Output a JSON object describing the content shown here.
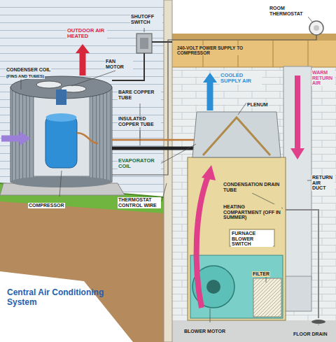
{
  "diagram": {
    "title": "Central Air Conditioning System",
    "labels": [
      "OUTDOOR AIR HEATED",
      "CONDENSER COIL",
      "(FINS AND TUBES)",
      "FAN MOTOR",
      "SHUTOFF SWITCH",
      "240-VOLT POWER SUPPLY TO COMPRESSOR",
      "ROOM THERMOSTAT",
      "BARE COPPER TUBE",
      "INSULATED COPPER TUBE",
      "EVAPORATOR COIL",
      "COOLED SUPPLY AIR",
      "PLENUM",
      "WARM RETURN AIR",
      "COMPRESSOR",
      "THERMOSTAT CONTROL WIRE",
      "RETURN AIR DUCT",
      "CONDENSATION DRAIN TUBE",
      "HEATING COMPARTMENT (OFF IN SUMMER)",
      "FURNACE BLOWER SWITCH",
      "FILTER",
      "BLOWER MOTOR",
      "FLOOR DRAIN"
    ]
  }
}
